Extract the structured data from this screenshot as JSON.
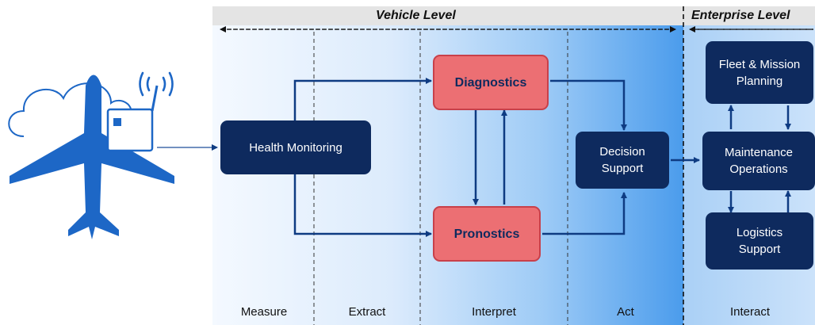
{
  "levels": {
    "vehicle": "Vehicle  Level",
    "enterprise": "Enterprise  Level"
  },
  "nodes": {
    "health_monitoring": "Health Monitoring",
    "diagnostics": "Diagnostics",
    "pronostics": "Pronostics",
    "decision_support": "Decision Support",
    "fleet_mission_planning": "Fleet & Mission Planning",
    "maintenance_operations": "Maintenance Operations",
    "logistics_support": "Logistics Support"
  },
  "stages": {
    "measure": "Measure",
    "extract": "Extract",
    "interpret": "Interpret",
    "act": "Act",
    "interact": "Interact"
  },
  "colors": {
    "node_dark": "#0e2a5e",
    "node_red": "#ec6f73",
    "arrow": "#0e3b82",
    "aircraft": "#1d67c6"
  },
  "icons": [
    "aircraft-icon",
    "cloud-icon",
    "sensor-box-icon",
    "wireless-signal-icon"
  ]
}
